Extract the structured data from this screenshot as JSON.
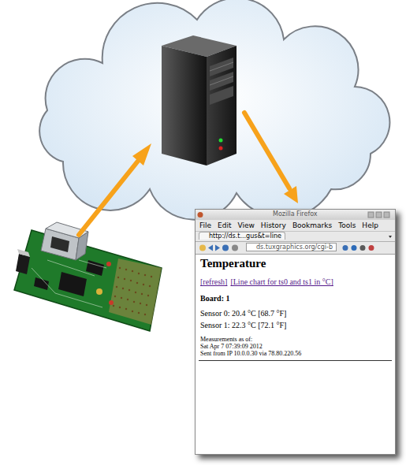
{
  "diagram": {
    "nodes": [
      {
        "text": [
          "Mozilla Firefox",
          "File",
          "Edit",
          "View",
          "History",
          "Bookmarks",
          "Tools",
          "Help",
          "http://ds.t...gus&t=line",
          "ds.tuxgraphics.org/cgi-b",
          "Temperature",
          "[refresh]",
          "[Line chart for ts0 and ts1 in °C]",
          "Board: 1",
          "Sensor 0: 20.4 °C [68.7 °F]",
          "Sensor 1: 22.3 °C [72.1 °F]",
          "Measurements as of:",
          "Sat Apr 7 07:39:09 2012",
          "Sent from IP 10.0.0.30 via 78.80.220.56"
        ]
      }
    ]
  }
}
